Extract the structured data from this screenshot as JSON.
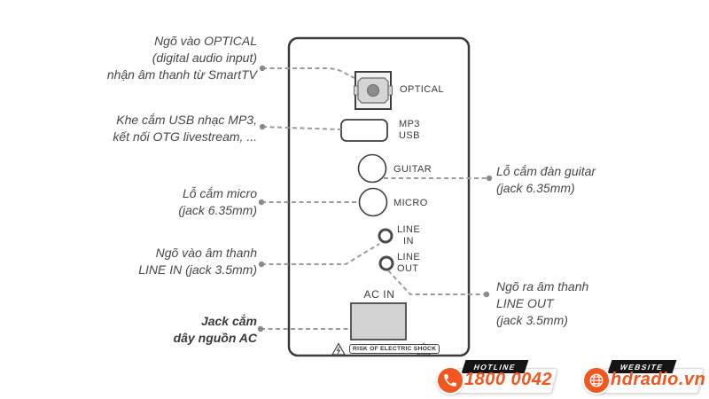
{
  "colors": {
    "accent_orange": "#F1571F",
    "dash_gray": "#9b9b9b",
    "panel_border": "#3a3a3a",
    "text_dark": "#474747"
  },
  "panel": {
    "ports": {
      "optical": "OPTICAL",
      "mp3_line1": "MP3",
      "mp3_line2": "USB",
      "guitar": "GUITAR",
      "micro": "MICRO",
      "line_in_line1": "LINE",
      "line_in_line2": "IN",
      "line_out_line1": "LINE",
      "line_out_line2": "OUT",
      "ac_in": "AC IN"
    },
    "warning_text": "RISK OF ELECTRIC SHOCK"
  },
  "callouts": {
    "optical": {
      "lines": [
        "Ngõ vào OPTICAL",
        "(digital audio input)",
        "nhận âm thanh từ SmartTV"
      ]
    },
    "usb": {
      "lines": [
        "Khe cắm USB nhạc MP3,",
        "kết nối OTG livestream, ..."
      ]
    },
    "micro": {
      "lines": [
        "Lỗ cắm micro",
        "(jack 6.35mm)"
      ]
    },
    "line_in": {
      "lines": [
        "Ngõ vào âm thanh",
        "LINE IN (jack 3.5mm)"
      ]
    },
    "ac_power": {
      "lines": [
        "Jack cắm",
        "dây nguồn AC"
      ]
    },
    "guitar": {
      "lines": [
        "Lỗ cắm đàn guitar",
        "(jack 6.35mm)"
      ]
    },
    "line_out": {
      "lines": [
        "Ngõ ra âm thanh",
        "LINE OUT",
        "(jack 3.5mm)"
      ]
    }
  },
  "footer": {
    "hotline": {
      "label": "HOTLINE",
      "value": "1800 0042"
    },
    "website": {
      "label": "WEBSITE",
      "value": "hdradio.vn"
    }
  }
}
